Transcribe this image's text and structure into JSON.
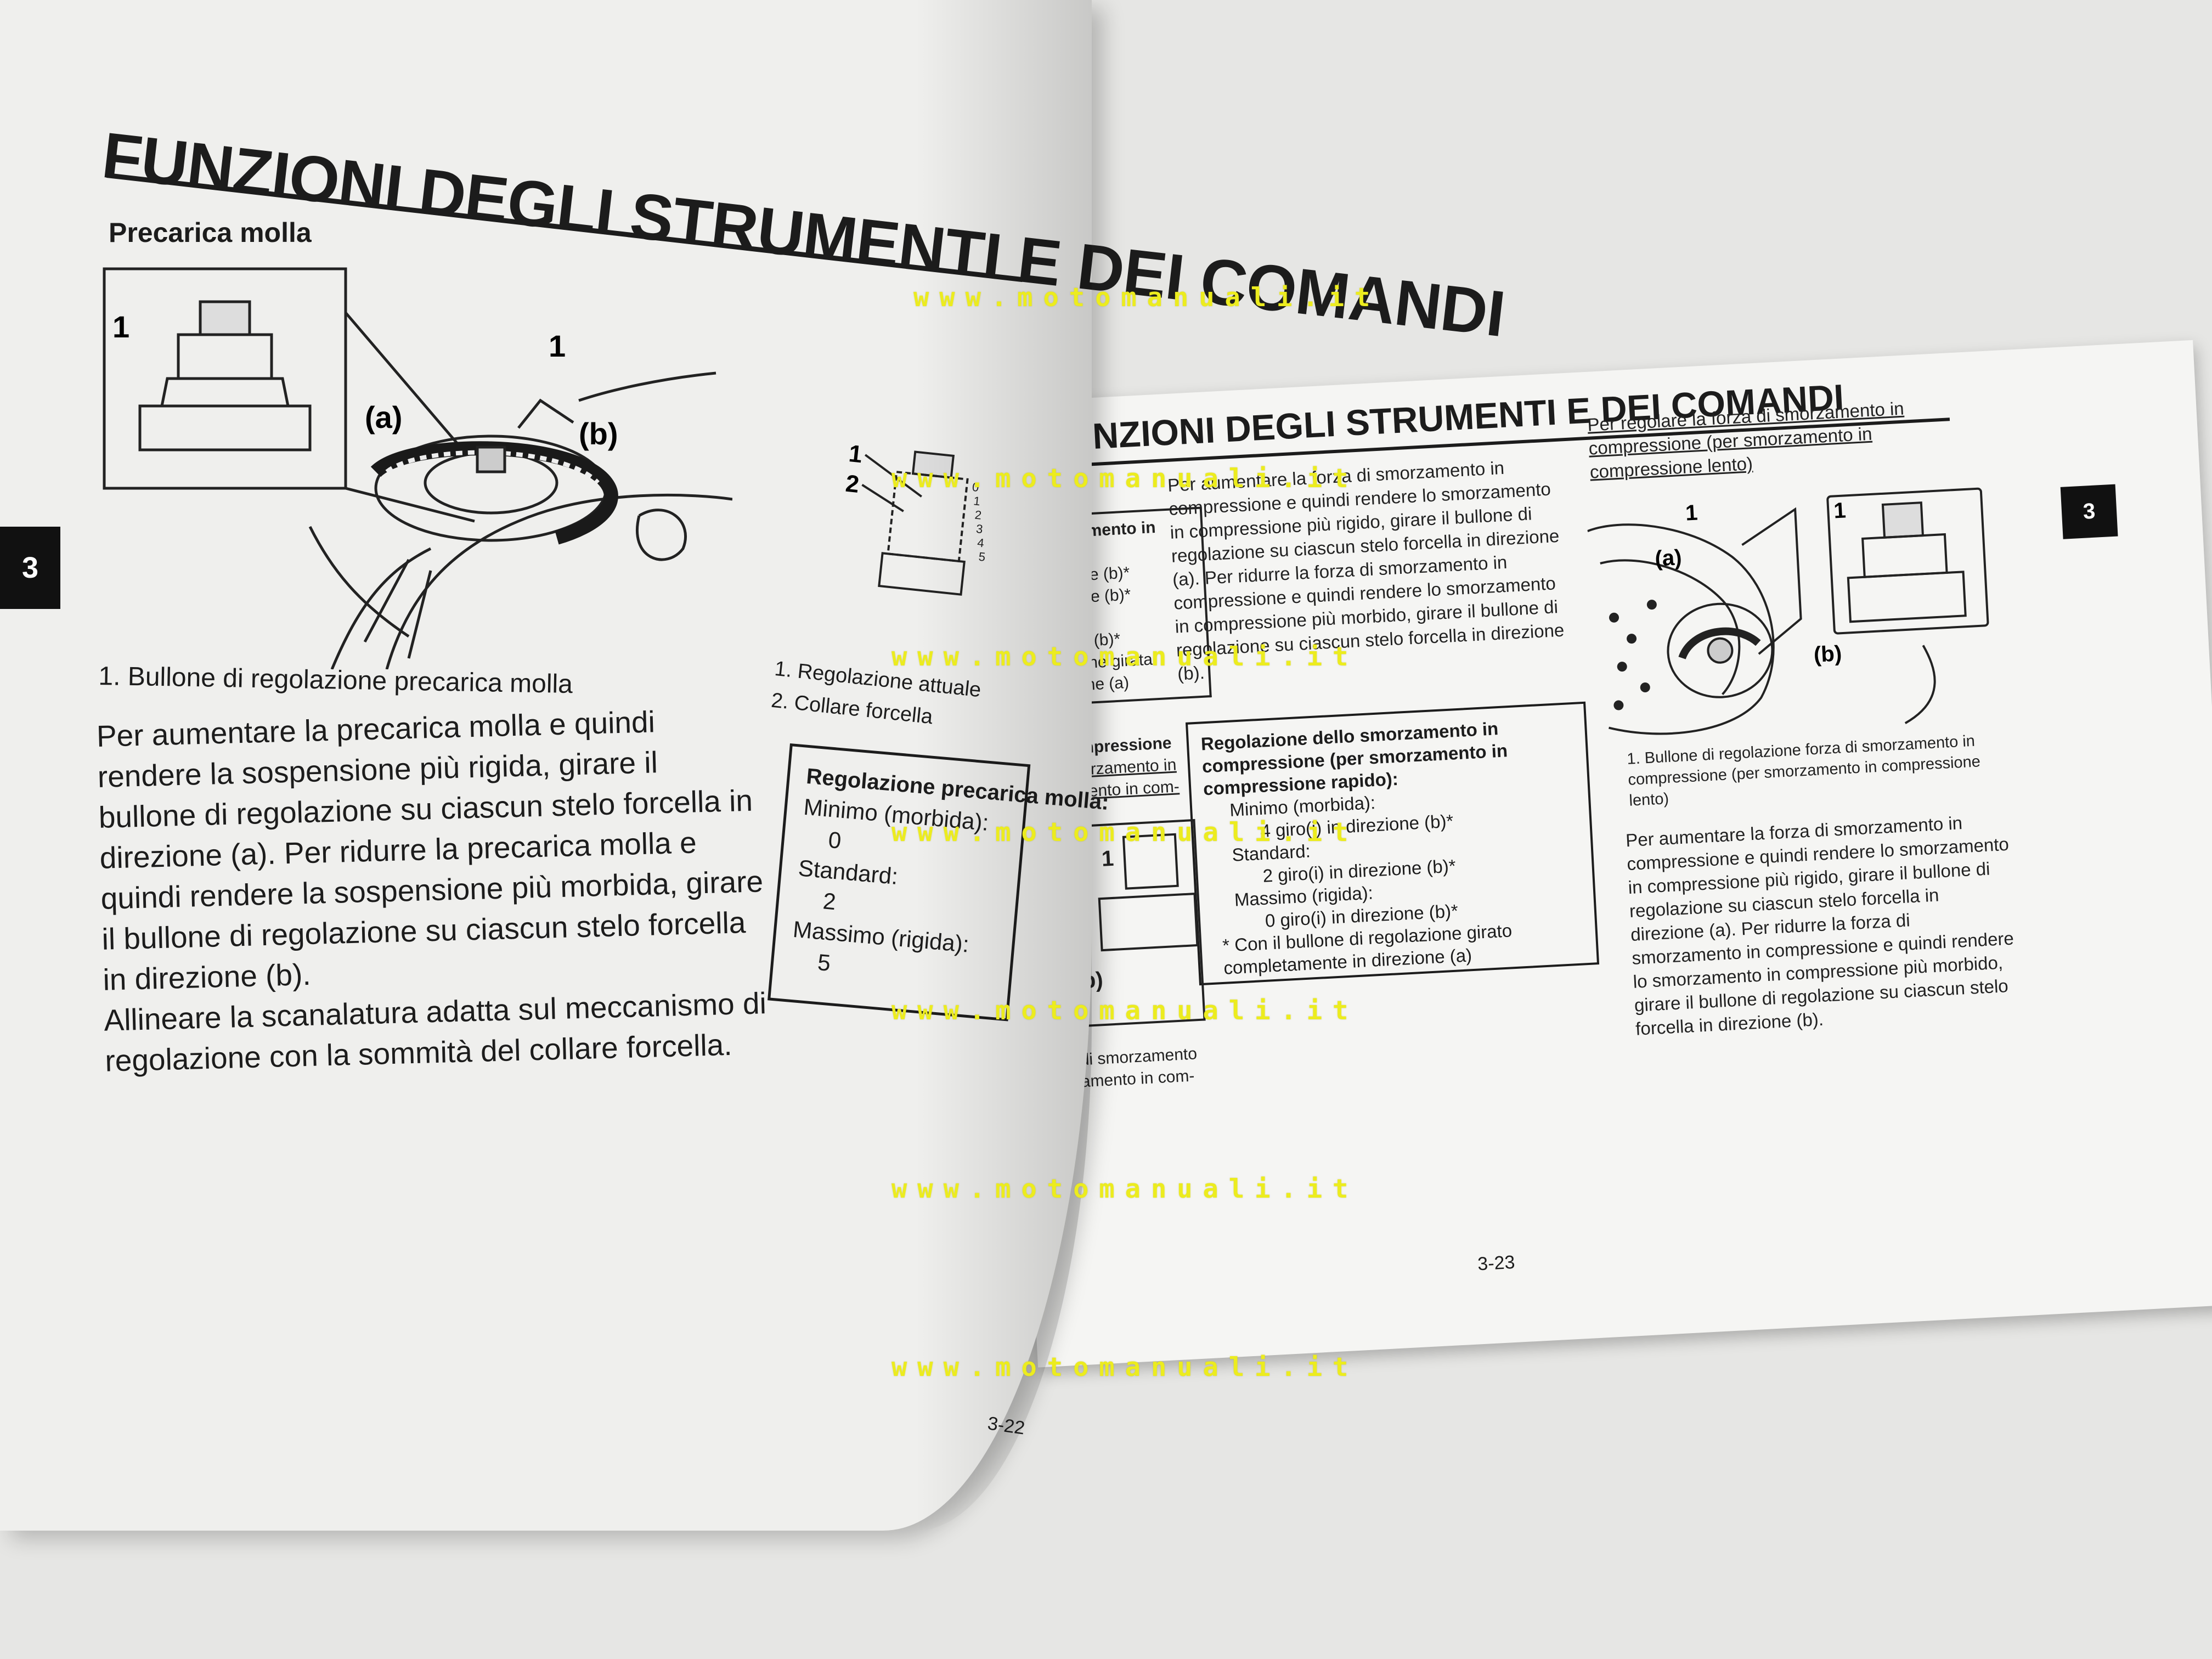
{
  "left_page": {
    "title": "FUNZIONI DEGLI STRUMENTI E DEI COMANDI",
    "subtitle": "Precarica molla",
    "tab": "3",
    "figure_labels": {
      "one_a": "1",
      "one_b": "1",
      "a": "(a)",
      "b": "(b)"
    },
    "caption": "1. Bullone di regolazione precarica molla",
    "body": [
      "Per aumentare la precarica molla e quindi rendere la sospensione più rigida, girare il bullone di regolazione su ciascun stelo forcella in direzione (a). Per ridurre la precarica molla e quindi rendere la sospensione più morbida, girare il bullone di regolazione su ciascun stelo forcella in direzione (b).",
      "Allineare la scanalatura adatta sul meccanismo di regolazione con la sommità del collare forcella."
    ],
    "fig2_labels": [
      "1",
      "2"
    ],
    "fig2_scale": [
      "0",
      "1",
      "2",
      "3",
      "4",
      "5"
    ],
    "fig2_captions": [
      "1. Regolazione attuale",
      "2. Collare forcella"
    ],
    "spec_box": {
      "title": "Regolazione precarica molla:",
      "rows": [
        {
          "label": "Minimo (morbida):",
          "value": "0"
        },
        {
          "label": "Standard:",
          "value": "2"
        },
        {
          "label": "Massimo (rigida):",
          "value": "5"
        }
      ]
    },
    "page_number": "3-22"
  },
  "hidden_strip": {
    "box_lines": [
      "smorzamento in",
      ":",
      "direzione (b)*",
      "direzione (b)*",
      "",
      "rezione (b)*",
      "golazione girata",
      "direzione (a)"
    ],
    "heading_lines": [
      "in compressione",
      "di smorzamento in",
      "orzamento in com-"
    ],
    "label_1": "1",
    "label_b": "(b)",
    "caption_lines": [
      "ne di smorzamento",
      "orzamento in com-"
    ]
  },
  "right_page": {
    "title": "FUNZIONI DEGLI STRUMENTI E DEI COMANDI",
    "tab": "3",
    "col1": {
      "body": "Per aumentare la forza di smorzamento in compressione e quindi rendere lo smorzamento in compressione più rigido, girare il bullone di regolazione su ciascun stelo forcella in direzione (a). Per ridurre la forza di smorzamento in compressione e quindi rendere lo smorzamento in compressione più morbido, girare il bullone di regolazione su ciascun stelo forcella in direzione (b).",
      "box": {
        "title": "Regolazione dello smorzamento in compressione (per smorzamento in compressione rapido):",
        "rows": [
          {
            "label": "Minimo (morbida):",
            "value": "4 giro(i) in direzione (b)*"
          },
          {
            "label": "Standard:",
            "value": "2 giro(i) in direzione (b)*"
          },
          {
            "label": "Massimo (rigida):",
            "value": "0 giro(i) in direzione (b)*"
          }
        ],
        "note": "* Con il bullone di regolazione girato completamente in direzione (a)"
      }
    },
    "col2": {
      "heading": "Per regolare la forza di smorzamento in compressione (per smorzamento in compressione lento)",
      "figure_labels": {
        "one_a": "1",
        "one_b": "1",
        "a": "(a)",
        "b": "(b)"
      },
      "caption": "1. Bullone di regolazione forza di smorzamento in compressione (per smorzamento in compressione lento)",
      "body": "Per aumentare la forza di smorzamento in compressione e quindi rendere lo smorzamento in compressione più rigido, girare il bullone di regolazione su ciascun stelo forcella in direzione (a). Per ridurre la forza di smorzamento in compressione e quindi rendere lo smorzamento in compressione più morbido, girare il bullone di regolazione su ciascun stelo forcella in direzione (b)."
    },
    "page_number": "3-23"
  },
  "watermark": "www.motomanuali.it",
  "colors": {
    "watermark": "#ecec1e",
    "ink": "#1c1c1c",
    "paper": "#f5f5f3"
  }
}
